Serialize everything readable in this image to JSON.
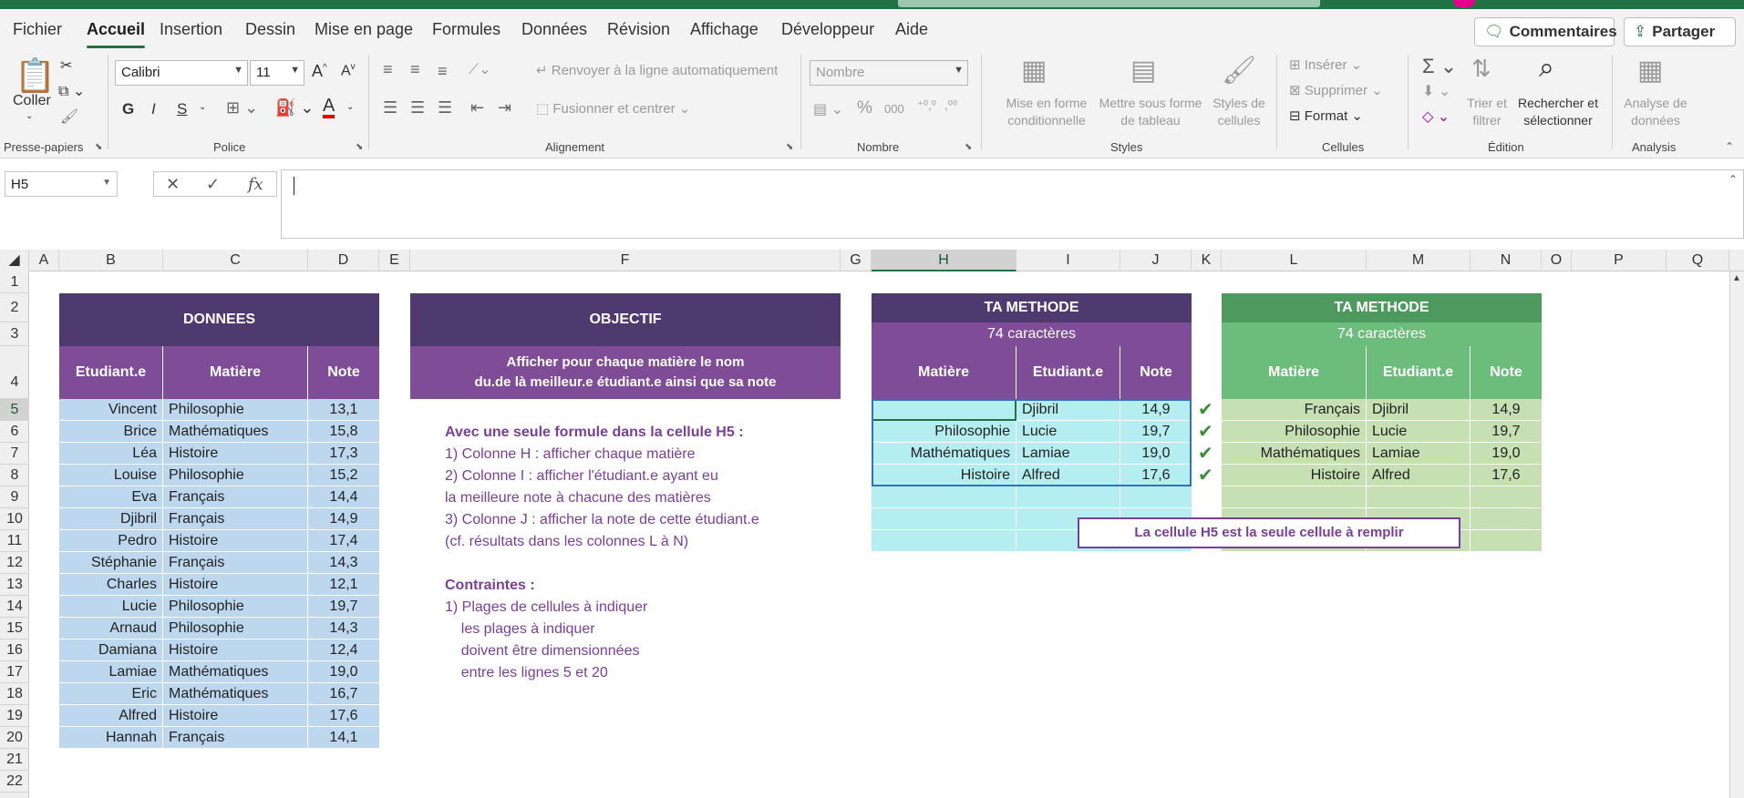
{
  "menu_tabs": [
    "Fichier",
    "Accueil",
    "Insertion",
    "Dessin",
    "Mise en page",
    "Formules",
    "Données",
    "Révision",
    "Affichage",
    "Développeur",
    "Aide"
  ],
  "active_tab": "Accueil",
  "top_buttons": {
    "comments": "Commentaires",
    "share": "Partager"
  },
  "ribbon": {
    "clipboard": {
      "paste": "Coller",
      "label": "Presse-papiers"
    },
    "font": {
      "name": "Calibri",
      "size": "11",
      "bold": "G",
      "italic": "I",
      "underline": "S",
      "label": "Police"
    },
    "alignment": {
      "wrap": "Renvoyer à la ligne automatiquement",
      "merge": "Fusionner et centrer",
      "label": "Alignement"
    },
    "number": {
      "format": "Nombre",
      "percent": "%",
      "thousands": "000",
      "label": "Nombre"
    },
    "styles": {
      "conditional": "Mise en forme conditionnelle",
      "table": "Mettre sous forme de tableau",
      "cell_styles": "Styles de cellules",
      "label": "Styles"
    },
    "cells": {
      "insert": "Insérer",
      "delete": "Supprimer",
      "format": "Format",
      "label": "Cellules"
    },
    "editing": {
      "sort": "Trier et filtrer",
      "find": "Rechercher et sélectionner",
      "label": "Édition"
    },
    "analysis": {
      "analyze": "Analyse de données",
      "label": "Analysis"
    }
  },
  "name_box": "H5",
  "formula": "",
  "columns": [
    "A",
    "B",
    "C",
    "D",
    "E",
    "F",
    "G",
    "H",
    "I",
    "J",
    "K",
    "L",
    "M",
    "N",
    "O",
    "P",
    "Q"
  ],
  "rows": [
    "1",
    "2",
    "3",
    "4",
    "5",
    "6",
    "7",
    "8",
    "9",
    "10",
    "11",
    "12",
    "13",
    "14",
    "15",
    "16",
    "17",
    "18",
    "19",
    "20",
    "21",
    "22"
  ],
  "donnees": {
    "title": "DONNEES",
    "headers": [
      "Etudiant.e",
      "Matière",
      "Note"
    ],
    "rows": [
      [
        "Vincent",
        "Philosophie",
        "13,1"
      ],
      [
        "Brice",
        "Mathématiques",
        "15,8"
      ],
      [
        "Léa",
        "Histoire",
        "17,3"
      ],
      [
        "Louise",
        "Philosophie",
        "15,2"
      ],
      [
        "Eva",
        "Français",
        "14,4"
      ],
      [
        "Djibril",
        "Français",
        "14,9"
      ],
      [
        "Pedro",
        "Histoire",
        "17,4"
      ],
      [
        "Stéphanie",
        "Français",
        "14,3"
      ],
      [
        "Charles",
        "Histoire",
        "12,1"
      ],
      [
        "Lucie",
        "Philosophie",
        "19,7"
      ],
      [
        "Arnaud",
        "Philosophie",
        "14,3"
      ],
      [
        "Damiana",
        "Histoire",
        "12,4"
      ],
      [
        "Lamiae",
        "Mathématiques",
        "19,0"
      ],
      [
        "Eric",
        "Mathématiques",
        "16,7"
      ],
      [
        "Alfred",
        "Histoire",
        "17,6"
      ],
      [
        "Hannah",
        "Français",
        "14,1"
      ]
    ]
  },
  "objectif": {
    "title": "OBJECTIF",
    "subtitle_line1": "Afficher pour chaque matière le nom",
    "subtitle_line2": "du.de là meilleur.e étudiant.e ainsi que sa note",
    "notes": [
      {
        "text": "Avec une seule formule dans la cellule H5 :",
        "bold": true
      },
      {
        "text": "1) Colonne H : afficher chaque matière",
        "bold": false
      },
      {
        "text": "2) Colonne I : afficher l'étudiant.e ayant eu",
        "bold": false
      },
      {
        "text": "la meilleure note à chacune des matières",
        "bold": false
      },
      {
        "text": "3) Colonne J : afficher la note de cette étudiant.e",
        "bold": false
      },
      {
        "text": "(cf. résultats dans les colonnes L à N)",
        "bold": false
      },
      {
        "text": "",
        "bold": false
      },
      {
        "text": "Contraintes :",
        "bold": true
      },
      {
        "text": "1) Plages de cellules à indiquer",
        "bold": false
      },
      {
        "text": "    les plages à indiquer",
        "bold": false
      },
      {
        "text": "    doivent être dimensionnées",
        "bold": false
      },
      {
        "text": "    entre les lignes 5 et 20",
        "bold": false
      }
    ]
  },
  "ta_methode": {
    "title": "TA METHODE",
    "count": "74 caractères",
    "headers": [
      "Matière",
      "Etudiant.e",
      "Note"
    ],
    "rows": [
      [
        "",
        "Djibril",
        "14,9"
      ],
      [
        "Philosophie",
        "Lucie",
        "19,7"
      ],
      [
        "Mathématiques",
        "Lamiae",
        "19,0"
      ],
      [
        "Histoire",
        "Alfred",
        "17,6"
      ]
    ]
  },
  "solution": {
    "title": "TA METHODE",
    "count": "74 caractères",
    "headers": [
      "Matière",
      "Etudiant.e",
      "Note"
    ],
    "rows": [
      [
        "Français",
        "Djibril",
        "14,9"
      ],
      [
        "Philosophie",
        "Lucie",
        "19,7"
      ],
      [
        "Mathématiques",
        "Lamiae",
        "19,0"
      ],
      [
        "Histoire",
        "Alfred",
        "17,6"
      ]
    ]
  },
  "callout": "La cellule H5 est la seule cellule à remplir",
  "colors": {
    "purple_dark": "#4e3a6e",
    "purple": "#7f4c97",
    "green_dark": "#4e9a5e",
    "green": "#6cbc7b",
    "blue": "#bdd7ee",
    "cyan": "#b4eef0",
    "light_green": "#c6e0b4"
  }
}
